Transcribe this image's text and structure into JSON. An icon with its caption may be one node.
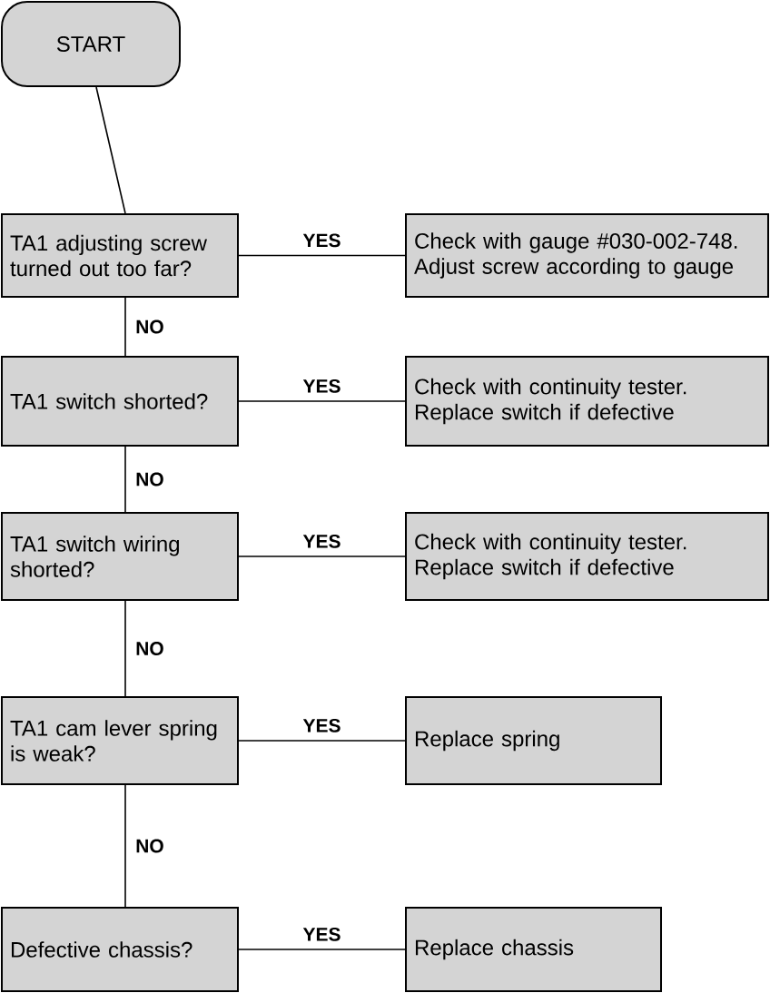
{
  "diagram": {
    "nodes": [
      {
        "text": [
          "START"
        ]
      },
      {
        "text": [
          "TA1 adjusting screw turned out too far?"
        ]
      },
      {
        "text": [
          "Check with gauge #030-002-748. Adjust screw according to gauge"
        ]
      },
      {
        "text": [
          "TA1 switch shorted?"
        ]
      },
      {
        "text": [
          "Check with continuity tester. Replace switch if defective"
        ]
      },
      {
        "text": [
          "TA1 switch wiring shorted?"
        ]
      },
      {
        "text": [
          "Check with continuity tester. Replace switch if defective"
        ]
      },
      {
        "text": [
          "TA1 cam lever spring is weak?"
        ]
      },
      {
        "text": [
          "Replace spring"
        ]
      },
      {
        "text": [
          "Defective chassis?"
        ]
      },
      {
        "text": [
          "Replace chassis"
        ]
      }
    ],
    "edges": [
      {
        "from": 0,
        "to": 1,
        "arrow": "none"
      },
      {
        "from": 1,
        "to": 2,
        "arrow": "none",
        "label": "YES"
      },
      {
        "from": 1,
        "to": 3,
        "arrow": "none",
        "label": "NO"
      },
      {
        "from": 3,
        "to": 4,
        "arrow": "none",
        "label": "YES"
      },
      {
        "from": 3,
        "to": 5,
        "arrow": "none",
        "label": "NO"
      },
      {
        "from": 5,
        "to": 6,
        "arrow": "none",
        "label": "YES"
      },
      {
        "from": 5,
        "to": 7,
        "arrow": "none",
        "label": "NO"
      },
      {
        "from": 7,
        "to": 8,
        "arrow": "none",
        "label": "YES"
      },
      {
        "from": 7,
        "to": 9,
        "arrow": "none",
        "label": "NO"
      },
      {
        "from": 9,
        "to": 10,
        "arrow": "none",
        "label": "YES"
      }
    ]
  }
}
